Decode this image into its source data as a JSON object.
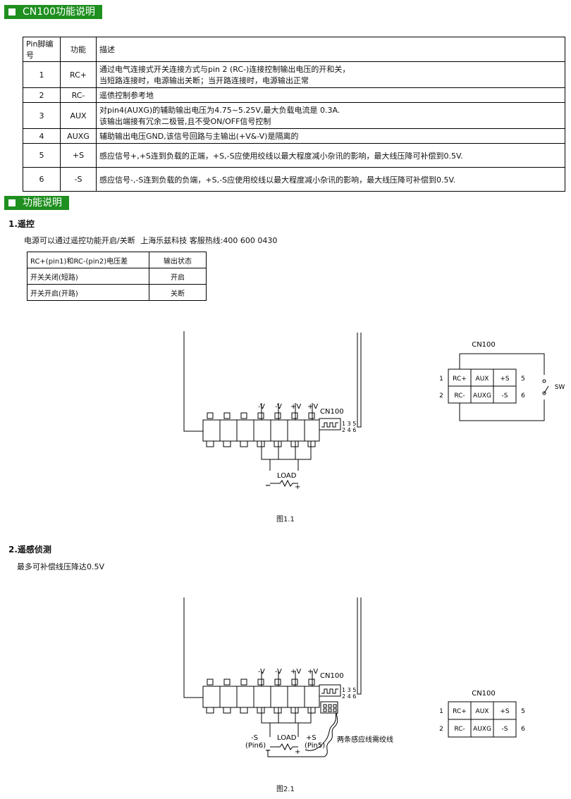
{
  "section1": {
    "title": "CN100功能说明"
  },
  "pin_table": {
    "headers": [
      "Pin脚编号",
      "功能",
      "描述"
    ],
    "rows": [
      {
        "pin": "1",
        "func": "RC+",
        "desc": [
          "通过电气连接式开关连接方式与pin 2 (RC-)连接控制输出电压的开和关，",
          "当短路连接时，电源输出关断；当开路连接时，电源输出正常"
        ]
      },
      {
        "pin": "2",
        "func": "RC-",
        "desc": [
          "遥债控制参考地"
        ]
      },
      {
        "pin": "3",
        "func": "AUX",
        "desc": [
          "对pin4(AUXG)的辅助输出电压为4.75~5.25V,最大负载电流是 0.3A.",
          "该输出端接有冗余二极管,且不受ON/OFF信号控制"
        ]
      },
      {
        "pin": "4",
        "func": "AUXG",
        "desc": [
          "辅助输出电压GND,该信号回路与主输出(+V&-V)是隔离的"
        ]
      },
      {
        "pin": "5",
        "func": "+S",
        "desc": [
          "感应信号+,+S连到负载的正端，+S,-S应使用绞线以最大程度减小杂讯的影响，最大线压降可补偿到0.5V."
        ]
      },
      {
        "pin": "6",
        "func": "-S",
        "desc": [
          "感应信号-,-S连到负载的负端，+S,-S应使用绞线以最大程度减小杂讯的影响，最大线压降可补偿到0.5V."
        ]
      }
    ]
  },
  "section2": {
    "title": "功能说明"
  },
  "remote": {
    "heading_num": "1.",
    "heading": "遥控",
    "desc": "电源可以通过遥控功能开启/关断",
    "ad": "上海乐兹科技 客服热线:400 600 0430",
    "table": {
      "headers": [
        "RC+(pin1)和RC-(pin2)电压差",
        "输出状态"
      ],
      "rows": [
        [
          "开关关闭(短路)",
          "开启"
        ],
        [
          "开关开启(开路)",
          "关断"
        ]
      ]
    }
  },
  "fig1": {
    "caption": "图1.1",
    "terminals": [
      "-V",
      "-V",
      "+V",
      "+V"
    ],
    "connector_label": "CN100",
    "pin_odd": "1 3 5",
    "pin_even": "2 4 6",
    "load": "LOAD",
    "minus": "−",
    "plus": "+"
  },
  "cn100_grid": {
    "title": "CN100",
    "row1": [
      "RC+",
      "AUX",
      "+S"
    ],
    "row2": [
      "RC-",
      "AUXG",
      "-S"
    ],
    "left": [
      "1",
      "2"
    ],
    "right": [
      "5",
      "6"
    ],
    "switch_label": "SW"
  },
  "sense": {
    "heading_num": "2.",
    "heading": "遥感侦测",
    "desc": "最多可补偿线压降达0.5V"
  },
  "fig2": {
    "caption": "图2.1",
    "terminals": [
      "-V",
      "-V",
      "+V",
      "+V"
    ],
    "connector_label": "CN100",
    "pin_odd": "1 3 5",
    "pin_even": "2 4 6",
    "load": "LOAD",
    "neg_sense": "-S",
    "neg_pin": "(Pin6)",
    "pos_sense": "+S",
    "pos_pin": "(Pin5)",
    "twisted": "两条感应线需绞线",
    "minus": "−",
    "plus": "+"
  },
  "colors": {
    "header_bg": "#1f8f1f"
  }
}
